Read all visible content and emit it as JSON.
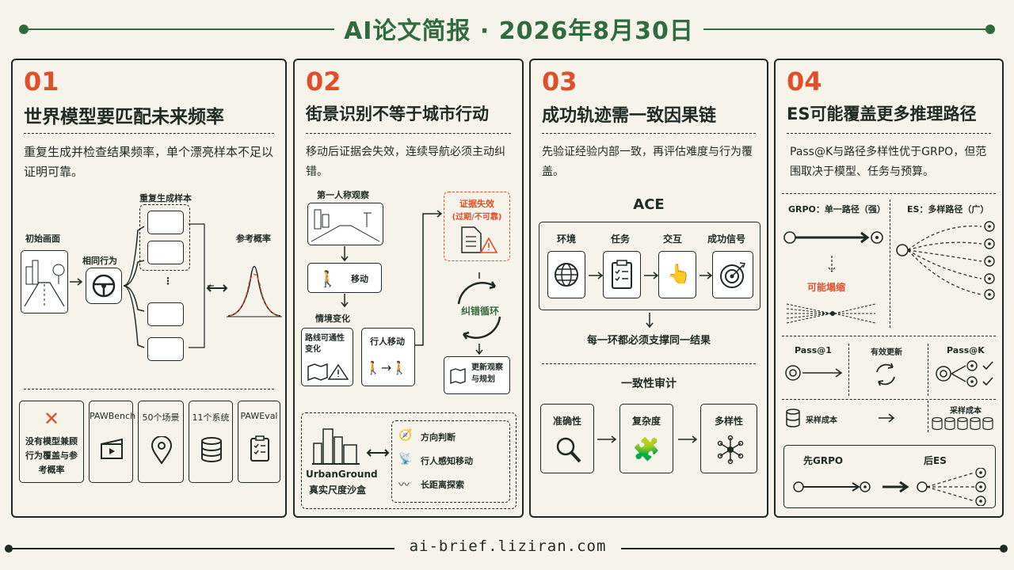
{
  "header": {
    "title": "AI论文简报 · 2026年8月30日"
  },
  "panels": [
    {
      "num": "01",
      "title": "世界模型要匹配未来频率",
      "desc": "重复生成并检查结果频率，单个漂亮样本不足以证明可靠。",
      "labels": {
        "initial": "初始画面",
        "same_action": "相同行为",
        "repeat": "重复生成样本",
        "ref_prob": "参考概率"
      },
      "bottom": {
        "no_model": "没有模型兼顾行为覆盖与参考概率",
        "items": [
          "PAWBench",
          "50个场景",
          "11个系统",
          "PAWEval"
        ]
      }
    },
    {
      "num": "02",
      "title": "街景识别不等于城市行动",
      "desc": "移动后证据会失效，连续导航必须主动纠错。",
      "labels": {
        "first_person": "第一人称观察",
        "move": "移动",
        "situation": "情境变化",
        "route": "路线可通性变化",
        "pedestrian": "行人移动",
        "evidence": "证据失效",
        "evidence_sub": "(过期/不可靠)",
        "loop": "纠错循环",
        "update": "更新观察与规划"
      },
      "bottom": {
        "name": "UrbanGround",
        "sub": "真实尺度沙盒",
        "items": [
          "方向判断",
          "行人感知移动",
          "长距离探索"
        ]
      }
    },
    {
      "num": "03",
      "title": "成功轨迹需一致因果链",
      "desc": "先验证经验内部一致，再评估难度与行为覆盖。",
      "ace": {
        "title": "ACE",
        "items": [
          "环境",
          "任务",
          "交互",
          "成功信号"
        ],
        "caption": "每一环都必须支撑同一结果"
      },
      "audit": {
        "title": "一致性审计",
        "items": [
          "准确性",
          "复杂度",
          "多样性"
        ]
      }
    },
    {
      "num": "04",
      "title": "ES可能覆盖更多推理路径",
      "desc": "Pass@K与路径多样性优于GRPO，但范围取决于模型、任务与预算。",
      "grpo_label": "GRPO：单一路径（强）",
      "es_label": "ES：多样路径（广）",
      "collapse": "可能塌缩",
      "row2": [
        "Pass@1",
        "有效更新",
        "Pass@K"
      ],
      "sample_cost": "采样成本",
      "seq": [
        "先GRPO",
        "后ES"
      ]
    }
  ],
  "footer": {
    "url": "ai-brief.liziran.com"
  }
}
